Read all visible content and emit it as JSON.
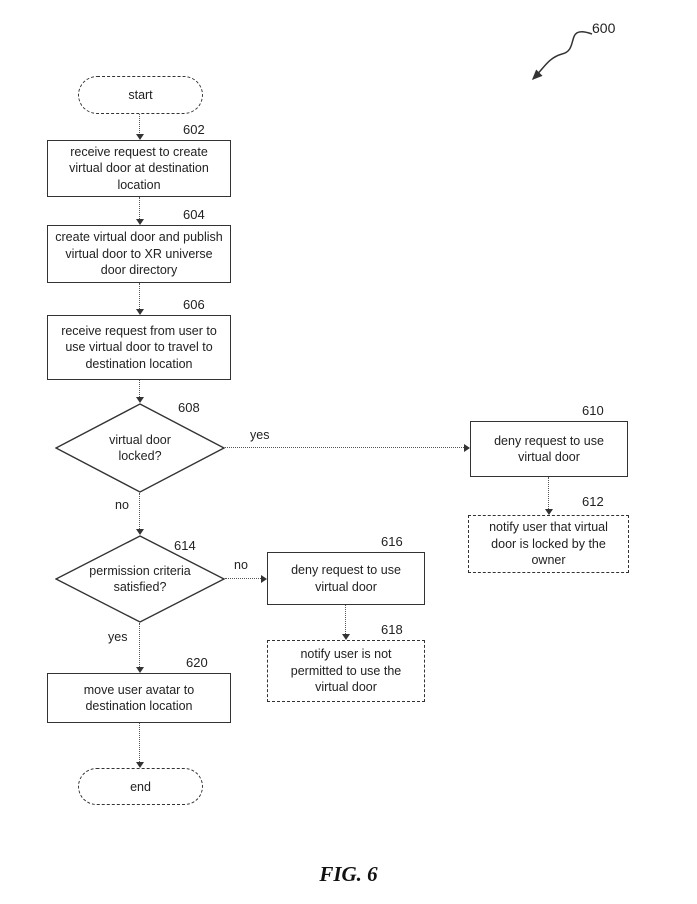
{
  "figure": {
    "ref": "600",
    "caption": "FIG. 6"
  },
  "terminals": {
    "start": "start",
    "end": "end"
  },
  "steps": {
    "s602": {
      "num": "602",
      "text": "receive request to create virtual door at destination location"
    },
    "s604": {
      "num": "604",
      "text": "create virtual door and publish virtual door to XR universe door directory"
    },
    "s606": {
      "num": "606",
      "text": "receive request from user to use virtual door to travel to destination location"
    },
    "s610": {
      "num": "610",
      "text": "deny request to use virtual door"
    },
    "s612": {
      "num": "612",
      "text": "notify user that virtual door is locked by the owner"
    },
    "s616": {
      "num": "616",
      "text": "deny request to use virtual door"
    },
    "s618": {
      "num": "618",
      "text": "notify user is not permitted to use the virtual door"
    },
    "s620": {
      "num": "620",
      "text": "move user avatar to destination location"
    }
  },
  "decisions": {
    "d608": {
      "num": "608",
      "text": "virtual door locked?"
    },
    "d614": {
      "num": "614",
      "text": "permission criteria satisfied?"
    }
  },
  "edge_labels": {
    "d608_yes": "yes",
    "d608_no": "no",
    "d614_no": "no",
    "d614_yes": "yes"
  }
}
